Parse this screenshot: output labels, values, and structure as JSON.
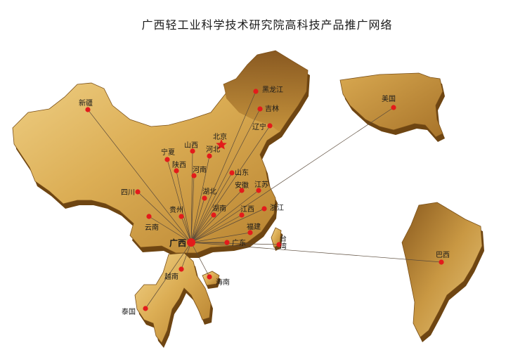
{
  "title": "广西轻工业科学技术研究院高科技产品推广网络",
  "hub": {
    "name": "广西"
  },
  "capital": {
    "name": "北京"
  },
  "destinations": [
    {
      "key": "xinjiang",
      "name": "新疆"
    },
    {
      "key": "heilongjiang",
      "name": "黑龙江"
    },
    {
      "key": "jilin",
      "name": "吉林"
    },
    {
      "key": "liaoning",
      "name": "辽宁"
    },
    {
      "key": "hebei",
      "name": "河北"
    },
    {
      "key": "shanxi",
      "name": "山西"
    },
    {
      "key": "ningxia",
      "name": "宁夏"
    },
    {
      "key": "shaanxi",
      "name": "陕西"
    },
    {
      "key": "henan",
      "name": "河南"
    },
    {
      "key": "shandong",
      "name": "山东"
    },
    {
      "key": "anhui",
      "name": "安徽"
    },
    {
      "key": "jiangsu",
      "name": "江苏"
    },
    {
      "key": "sichuan",
      "name": "四川"
    },
    {
      "key": "hubei",
      "name": "湖北"
    },
    {
      "key": "zhejiang",
      "name": "浙江"
    },
    {
      "key": "guizhou",
      "name": "贵州"
    },
    {
      "key": "hunan",
      "name": "湖南"
    },
    {
      "key": "jiangxi",
      "name": "江西"
    },
    {
      "key": "yunnan",
      "name": "云南"
    },
    {
      "key": "fujian",
      "name": "福建"
    },
    {
      "key": "guangdong",
      "name": "广东"
    },
    {
      "key": "taiwan",
      "name": "台湾"
    },
    {
      "key": "vietnam",
      "name": "越南"
    },
    {
      "key": "hainan",
      "name": "海南"
    },
    {
      "key": "thailand",
      "name": "泰国"
    },
    {
      "key": "usa",
      "name": "美国"
    },
    {
      "key": "brazil",
      "name": "巴西"
    }
  ],
  "colors": {
    "land_light": "#e9c77a",
    "land_mid": "#c99a3c",
    "land_dark": "#8a5a1c",
    "edge": "#6e4512",
    "dot": "#e31b1b",
    "line": "#5a4a3a",
    "star": "#e31b1b"
  },
  "icons": {
    "capital": "star-icon",
    "city": "red-dot-icon"
  }
}
